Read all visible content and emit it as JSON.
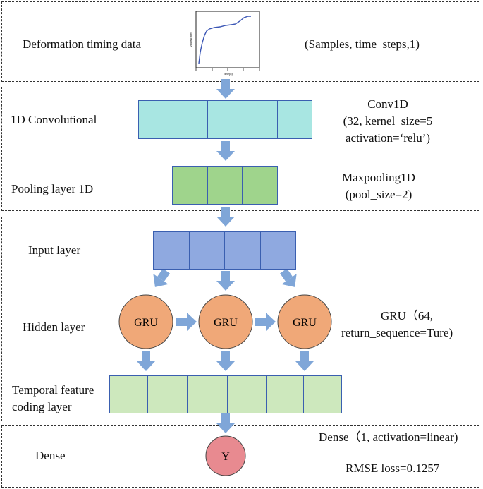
{
  "sections": {
    "input": {
      "label": "Deformation timing data",
      "shape_note": "(Samples, time_steps,1)",
      "mini_chart": {
        "y_axis_label": "Values(mm)",
        "x_axis_label": "Time(d)"
      }
    },
    "conv": {
      "conv_label": "1D Convolutional",
      "conv_desc": [
        "Conv1D",
        "(32, kernel_size=5",
        "activation=‘relu’)"
      ],
      "pool_label": "Pooling layer 1D",
      "pool_desc": [
        "Maxpooling1D",
        "(pool_size=2)"
      ]
    },
    "gru": {
      "input_label": "Input layer",
      "hidden_label": "Hidden layer",
      "gru_node_label": "GRU",
      "gru_desc": [
        "GRU（64,",
        "return_sequence=Ture)"
      ],
      "temporal_label": [
        "Temporal feature",
        "coding layer"
      ]
    },
    "dense": {
      "label": "Dense",
      "node_label": "Y",
      "desc": "Dense（1, activation=linear)",
      "loss": "RMSE loss=0.1257"
    }
  },
  "colors": {
    "conv_fill": "#a8e6e2",
    "pool_fill": "#9fd48c",
    "input_fill": "#8fa9e0",
    "temporal_fill": "#cde8bd",
    "gru_fill": "#f0a878",
    "y_fill": "#e88a90",
    "arrow": "#7fa6d8"
  }
}
